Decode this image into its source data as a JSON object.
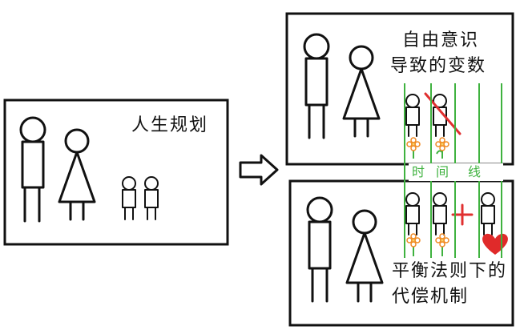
{
  "panels": {
    "left": {
      "label": "人生规划"
    },
    "top_right": {
      "label_line1": "自由意识",
      "label_line2": "导致的变数"
    },
    "bottom_right": {
      "label_line1": "平衡法则下的",
      "label_line2": "代偿机制"
    }
  },
  "timeline": {
    "label_1": "时",
    "label_2": "间",
    "label_3": "线"
  },
  "colors": {
    "timeline": "#3fb23f",
    "accent_red": "#e03030",
    "flower": "#f08a24"
  },
  "icons": [
    "arrow-right-icon",
    "plus-icon",
    "heart-icon",
    "flower-icon",
    "strike-icon"
  ]
}
